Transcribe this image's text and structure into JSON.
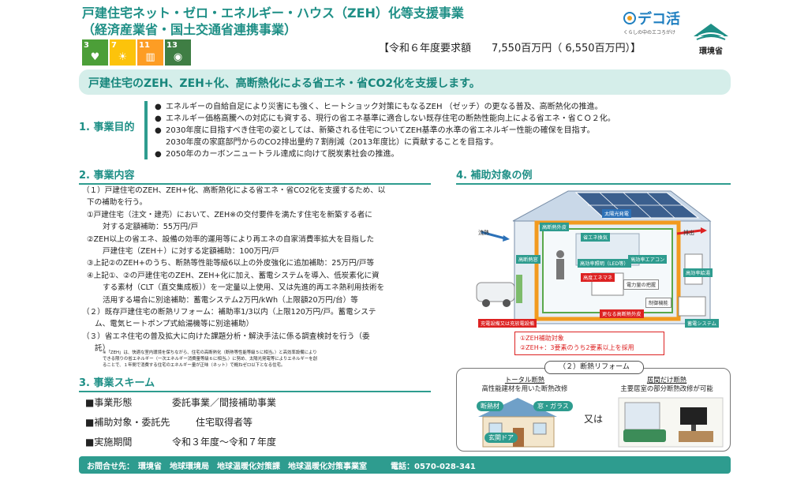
{
  "header": {
    "title_line1": "戸建住宅ネット・ゼロ・エネルギー・ハウス（ZEH）化等支援事業",
    "title_line2": "（経済産業省・国土交通省連携事業）",
    "budget": "【令和６年度要求額　　7,550百万円（ 6,550百万円）】",
    "deco_logo": "デコ活",
    "deco_sub": "くらしの中のエコろがけ",
    "ministry_logo": "環境省"
  },
  "sdgs": [
    {
      "num": "3",
      "color": "#4c9f38",
      "icon": "heartbeat-icon",
      "glyph": "♥"
    },
    {
      "num": "7",
      "color": "#fcc30b",
      "icon": "sun-icon",
      "glyph": "☀"
    },
    {
      "num": "11",
      "color": "#fd9d24",
      "icon": "city-icon",
      "glyph": "▥"
    },
    {
      "num": "13",
      "color": "#3f7e44",
      "icon": "eye-icon",
      "glyph": "◉"
    }
  ],
  "banner": "戸建住宅のZEH、ZEH+化、高断熱化による省エネ・省CO2化を支援します。",
  "section1": {
    "label": "1. 事業目的",
    "items": [
      "エネルギーの自給自足により災害にも強く、ヒートショック対策にもなるZEH （ゼッチ）の更なる普及、高断熱化の推進。",
      "エネルギー価格高騰への対応にも資する、現行の省エネ基準に適合しない既存住宅の断熱性能向上による省エネ・省ＣＯ２化。",
      "2030年度に目指すべき住宅の姿としては、新築される住宅についてZEH基準の水準の省エネルギー性能の確保を目指す。",
      "2050年のカーボンニュートラル達成に向けて脱炭素社会の推進。"
    ],
    "item3_cont": "2030年度の家庭部門からのCO2排出量約７割削減（2013年度比）に貢献することを目指す。",
    "bullet": "●"
  },
  "section2": {
    "label": "2. 事業内容",
    "lines": [
      "（１）戸建住宅のZEH、ZEH+化、高断熱化による省エネ・省CO2化を支援するため、以",
      "下の補助を行う。",
      "①戸建住宅（注文・建売）において、ZEH※の交付要件を満たす住宅を新築する者に",
      "対する定額補助：55万円/戸",
      "②ZEH以上の省エネ、設備の効率的運用等により再エネの自家消費率拡大を目指した",
      "戸建住宅（ZEH＋）に対する定額補助：100万円/戸",
      "③上記②のZEH+のうち、断熱等性能等級6以上の外皮強化に追加補助：25万円/戸等",
      "④上記①、②の戸建住宅のZEH、ZEH+化に加え、蓄電システムを導入、低炭素化に資",
      "する素材（CLT（直交集成板））を一定量以上使用、又は先進的再エネ熱利用技術を",
      "活用する場合に別途補助：蓄電システム2万円/kWh（上限額20万円/台）等",
      "（２）既存戸建住宅の断熱リフォーム：補助率1/3以内（上限120万円/戸。蓄電システ",
      "ム、電気ヒートポンプ式給湯機等に別途補助）",
      "（３）省エネ住宅の普及拡大に向けた課題分析・解決手法に係る調査検討を行う（委",
      "託）"
    ],
    "note": [
      "※「ZEH」は、快適な室内環境を保ちながら、住宅の高断熱化（断熱等性能等級５に相当。）と高効率設備により",
      "できる限りの省エネルギー（一次エネルギー消費量等級６に相当。）に努め、太陽光発電等によりエネルギーを創",
      "ることで、１年間で消費する住宅のエネルギー量が正味（ネット）で概ねゼロ以下となる住宅。"
    ]
  },
  "section3": {
    "label": "3. 事業スキーム",
    "rows": [
      {
        "key": "■事業形態",
        "value": "委託事業／間接補助事業"
      },
      {
        "key": "■補助対象・委託先",
        "value": "住宅取得者等"
      },
      {
        "key": "■実施期間",
        "value": "令和３年度～令和７年度"
      }
    ]
  },
  "section4": {
    "label": "4. 補助対象の例",
    "tags": {
      "solar": "太陽光発電",
      "inflow": "流熱",
      "exhaust": "排出",
      "high_insulation_roof": "高断熱外皮",
      "high_insulation_window": "高断熱窓",
      "ventilation": "省エネ換気",
      "efficient_aircon": "高効率エアコン",
      "lighting": "高効率照明（LED等）",
      "energy_management": "高度エネマネ",
      "power_grasp": "電力量の把握",
      "control": "制御機能",
      "water_heater": "高効率給湯",
      "storage": "蓄電システム",
      "charger": "充電設備又は充放電設備",
      "reinforced_shell": "更なる高断熱外皮"
    },
    "zeh_line1": "①ZEH補助対象",
    "zeh_line2": "②ZEH+：3要素のうち2要素以上を採用",
    "reform_title": "（２）断熱リフォーム",
    "total": "トータル断熱",
    "total_desc": "高性能建材を用いた断熱改修",
    "partial": "居間だけ断熱",
    "partial_desc": "主要居室の部分断熱改修が可能",
    "or": "又は",
    "insulation": "断熱材",
    "window_glass": "窓・ガラス",
    "front_door": "玄関ドア"
  },
  "footer": "お問合せ先：　環境省　地球環境局　地球温暖化対策課　地球温暖化対策事業室　　　電話：0570-028-341"
}
